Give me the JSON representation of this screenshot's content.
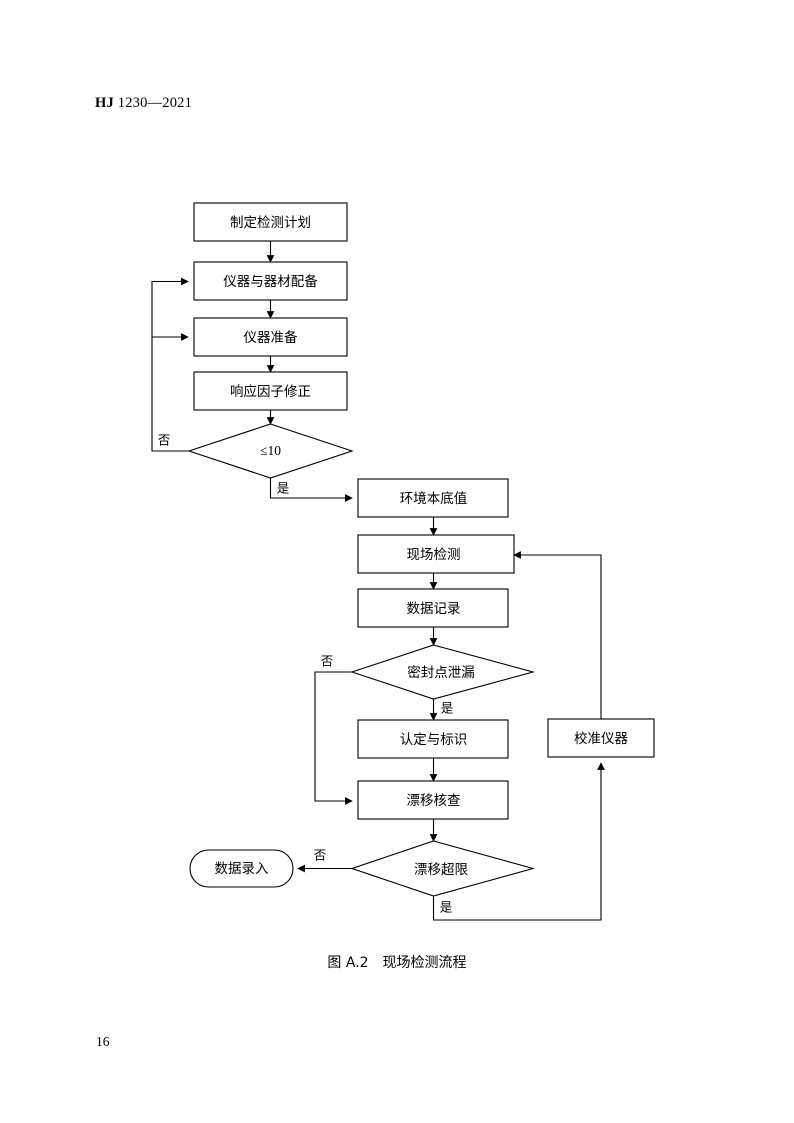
{
  "document": {
    "header_standard": "HJ",
    "header_number": " 1230—2021",
    "page_number": "16",
    "figure_caption": "图 A.2　现场检测流程"
  },
  "flowchart": {
    "nodes": {
      "plan": "制定检测计划",
      "equipment": "仪器与器材配备",
      "instrument_prep": "仪器准备",
      "response_factor": "响应因子修正",
      "check_le10": "≤10",
      "background": "环境本底值",
      "field_test": "现场检测",
      "data_record": "数据记录",
      "seal_leak": "密封点泄漏",
      "identify_mark": "认定与标识",
      "drift_check": "漂移核查",
      "drift_exceed": "漂移超限",
      "calibrate": "校准仪器",
      "data_entry": "数据录入"
    },
    "branches": {
      "le10_no": "否",
      "le10_yes": "是",
      "seal_no": "否",
      "seal_yes": "是",
      "drift_no": "否",
      "drift_yes": "是"
    }
  }
}
